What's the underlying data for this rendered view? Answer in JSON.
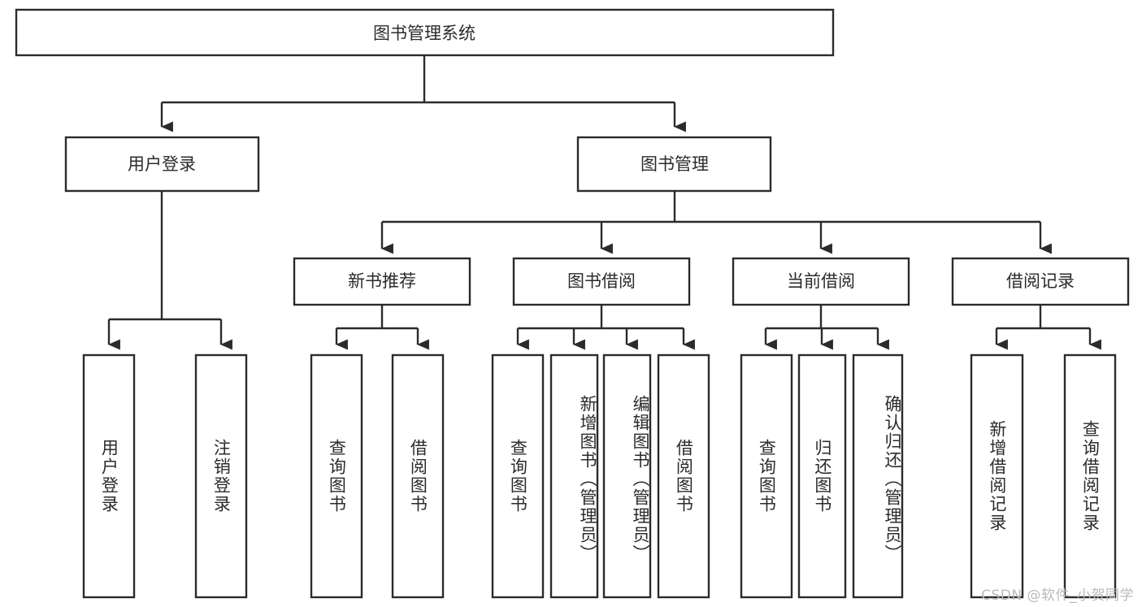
{
  "diagram": {
    "title": "图书管理系统",
    "watermark": "CSDN @软件_小贺同学",
    "colors": {
      "stroke": "#2b2b2b",
      "box_fill": "#ffffff",
      "background": "#ffffff",
      "watermark": "#b9b9b9"
    },
    "root": {
      "label": "图书管理系统"
    },
    "level2": [
      {
        "label": "用户登录"
      },
      {
        "label": "图书管理"
      }
    ],
    "level3": [
      {
        "label": "新书推荐"
      },
      {
        "label": "图书借阅"
      },
      {
        "label": "当前借阅"
      },
      {
        "label": "借阅记录"
      }
    ],
    "leaves": {
      "user_login": [
        {
          "label": "用户登录"
        },
        {
          "label": "注销登录"
        }
      ],
      "new_book": [
        {
          "label": "查询图书"
        },
        {
          "label": "借阅图书"
        }
      ],
      "borrow_book": [
        {
          "label": "查询图书"
        },
        {
          "label": "新增图书（管理员）"
        },
        {
          "label": "编辑图书（管理员）"
        },
        {
          "label": "借阅图书"
        }
      ],
      "current_borrow": [
        {
          "label": "查询图书"
        },
        {
          "label": "归还图书"
        },
        {
          "label": "确认归还（管理员）"
        }
      ],
      "borrow_record": [
        {
          "label": "新增借阅记录"
        },
        {
          "label": "查询借阅记录"
        }
      ]
    }
  }
}
